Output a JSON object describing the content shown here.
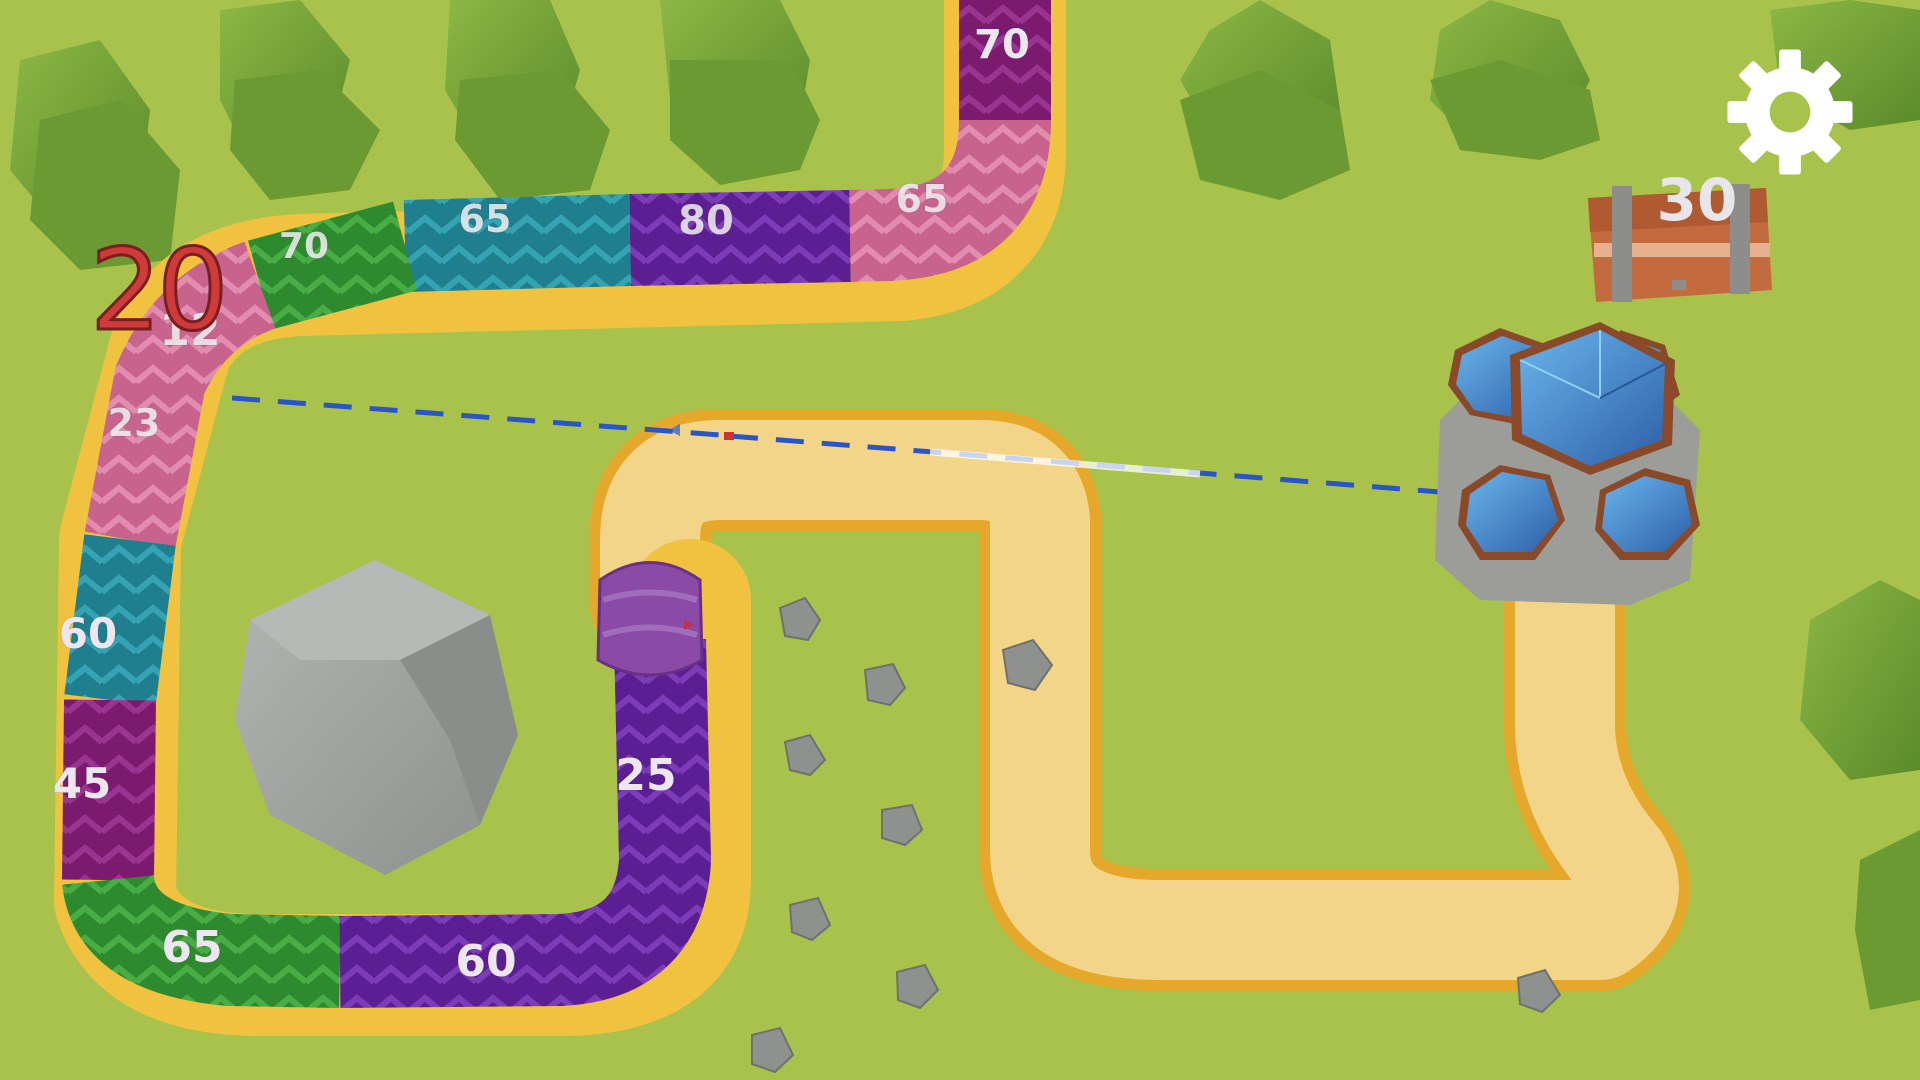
{
  "hud": {
    "health": "20",
    "chest_value": "30",
    "settings_icon": "gear-icon"
  },
  "snake_segments": [
    {
      "id": "seg-top-70",
      "label": "70",
      "color": "#7b1a6f"
    },
    {
      "id": "seg-65-pink",
      "label": "65",
      "color": "#c8638d"
    },
    {
      "id": "seg-80",
      "label": "80",
      "color": "#5c1e93"
    },
    {
      "id": "seg-65-teal",
      "label": "65",
      "color": "#1f7f8e"
    },
    {
      "id": "seg-70-green",
      "label": "70",
      "color": "#2e8a2e"
    },
    {
      "id": "seg-12",
      "label": "12",
      "color": "#d67fa5"
    },
    {
      "id": "seg-23",
      "label": "23",
      "color": "#d67fa5"
    },
    {
      "id": "seg-60-teal",
      "label": "60",
      "color": "#1f7f8e"
    },
    {
      "id": "seg-45",
      "label": "45",
      "color": "#7b1a6f"
    },
    {
      "id": "seg-65-green",
      "label": "65",
      "color": "#2e8a2e"
    },
    {
      "id": "seg-60-purple",
      "label": "60",
      "color": "#5c1e93"
    },
    {
      "id": "seg-25",
      "label": "25",
      "color": "#5c1e93"
    }
  ],
  "colors": {
    "grass": "#a9c24c",
    "path": "#f1c240",
    "path_inner": "#f3d58a",
    "tree": "#6f9a34",
    "rock": "#9b9d9a",
    "tower_roof": "#3b7fc4",
    "aim_line": "#2a55c9",
    "health_text": "#cf3b3b"
  }
}
